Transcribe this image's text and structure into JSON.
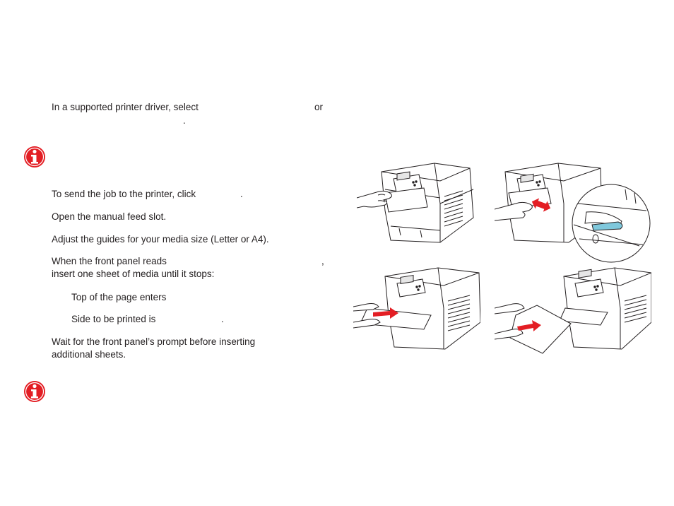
{
  "step1": {
    "text": "In a supported printer driver, select",
    "trailing_or": "or",
    "period": "."
  },
  "step2": {
    "text": "To send the job to the printer, click",
    "period": "."
  },
  "step3": {
    "text": "Open the manual feed slot."
  },
  "step4": {
    "text": "Adjust the guides for your media size (Letter or A4)."
  },
  "step5": {
    "line1": "When the front panel reads",
    "comma": ",",
    "line2": "insert one sheet of media until it stops:"
  },
  "bullets": [
    {
      "text": "Top of the page enters"
    },
    {
      "text": "Side to be printed is",
      "period": "."
    }
  ],
  "step6": {
    "line1": "Wait for the front panel’s prompt before inserting",
    "line2": "additional sheets."
  },
  "icons": {
    "note1": "info-icon",
    "note2": "info-icon"
  },
  "colors": {
    "info_red": "#e31e24",
    "arrow_red": "#e31e24",
    "guide_blue": "#7fc8dc",
    "text": "#231f20"
  },
  "figures": [
    {
      "name": "printer-hand-opening-slot"
    },
    {
      "name": "printer-adjusting-guides-callout"
    },
    {
      "name": "printer-inserting-sheet-hands"
    },
    {
      "name": "printer-sheet-inserted"
    }
  ]
}
